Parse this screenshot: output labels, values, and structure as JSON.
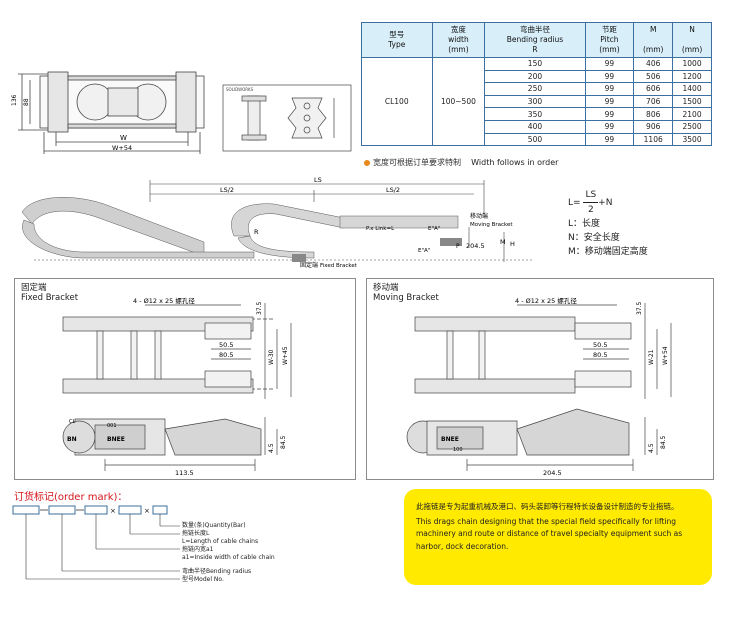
{
  "table": {
    "headers": [
      {
        "zh": "型号",
        "en": "Type"
      },
      {
        "zh": "宽度",
        "en": "width",
        "unit": "(mm)"
      },
      {
        "zh": "弯曲半径",
        "en": "Bending radius",
        "sub": "R"
      },
      {
        "zh": "节距",
        "en": "Pitch",
        "unit": "(mm)"
      },
      {
        "zh": "M",
        "unit": "(mm)"
      },
      {
        "zh": "N",
        "unit": "(mm)"
      }
    ],
    "type": "CL100",
    "width": "100~500",
    "rows": [
      [
        "150",
        "99",
        "406",
        "1000"
      ],
      [
        "200",
        "99",
        "506",
        "1200"
      ],
      [
        "250",
        "99",
        "606",
        "1400"
      ],
      [
        "300",
        "99",
        "706",
        "1500"
      ],
      [
        "350",
        "99",
        "806",
        "2100"
      ],
      [
        "400",
        "99",
        "906",
        "2500"
      ],
      [
        "500",
        "99",
        "1106",
        "3500"
      ]
    ]
  },
  "note": {
    "zh": "宽度可根据订单要求特制",
    "en": "Width follows in order"
  },
  "top_drawing": {
    "dims": [
      "136",
      "88",
      "W",
      "W+54"
    ]
  },
  "side_drawing": {
    "labels": [
      "LS",
      "LS/2",
      "LS/2",
      "R",
      "P.x Link=L",
      "E\"A\"",
      "E\"A\"",
      "P",
      "204.5",
      "M",
      "H"
    ],
    "moving_bracket": {
      "zh": "移动端",
      "en": "Moving Bracket"
    },
    "fixed_bracket": {
      "zh": "固定端",
      "en": "Fixed Bracket"
    }
  },
  "formula": {
    "lhs": "L=",
    "num": "LS",
    "den": "2",
    "rhs": "+N",
    "defs": [
      "L：长度",
      "N：安全长度",
      "M：移动端固定高度"
    ]
  },
  "fixed_panel": {
    "title_zh": "固定端",
    "title_en": "Fixed Bracket",
    "hole": "4 - Ø12 x 25 螺孔径",
    "dims": [
      "37.5",
      "50.5",
      "80.5",
      "W-30",
      "W+45",
      "4.5",
      "84.5",
      "113.5"
    ],
    "link_labels": [
      "CL",
      "001",
      "BNEE",
      "BN"
    ]
  },
  "moving_panel": {
    "title_zh": "移动端",
    "title_en": "Moving Bracket",
    "hole": "4 - Ø12 x 25 螺孔径",
    "dims": [
      "37.5",
      "50.5",
      "80.5",
      "W-21",
      "W+54",
      "4.5",
      "84.5",
      "204.5"
    ],
    "link_labels": [
      "BNEE",
      "100"
    ]
  },
  "order": {
    "title": "订货标记(order mark)：",
    "legend": [
      "数量(条)Quantity(Bar)",
      "拖链长度L",
      "L=Length of cable chains",
      "拖链内宽a1",
      "a1=Inside width of cable chain",
      "弯曲半径Bending radius",
      "型号Model No."
    ]
  },
  "info": {
    "zh": "此拖链是专为起重机械及港口、码头装卸等行程特长设备设计制造的专业拖链。",
    "en": "This drags chain designing that the special field specifically for lifting machinery and route or distance of travel specialty equipment such as harbor, dock decoration."
  }
}
